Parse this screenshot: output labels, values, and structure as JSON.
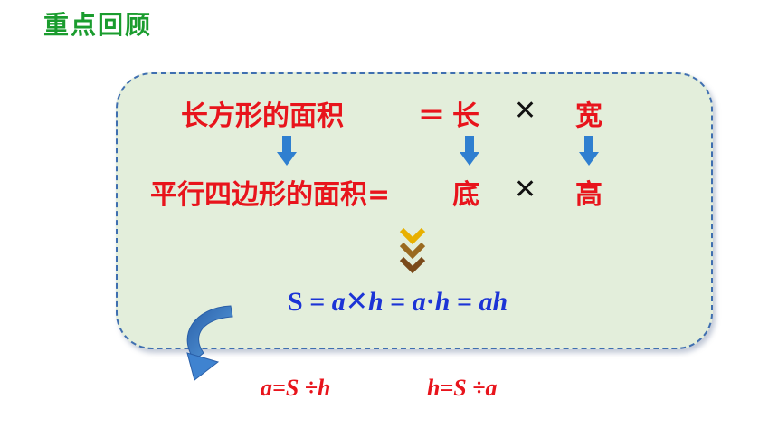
{
  "title": "重点回顾",
  "colors": {
    "title": "#1a9c2e",
    "red": "#e8141c",
    "blue": "#1c34d6",
    "panel_bg": "#e3eedb",
    "panel_border": "#3f6fb0",
    "arrow_blue": "#2f7fd0",
    "chevron_gold": "#e8b000",
    "chevron_brown": "#7a4a1a"
  },
  "rect_row": {
    "label": "长方形的面积",
    "eq": "＝",
    "length": "长",
    "times": "✕",
    "width": "宽"
  },
  "para_row": {
    "label": "平行四边形的面积=",
    "base": "底",
    "times": "✕",
    "height": "高"
  },
  "formula": {
    "S": "S",
    "eq1": " = ",
    "a1": "a",
    "times": "✕",
    "h1": "h",
    "eq2": " = ",
    "a2": "a",
    "dot": "·",
    "h2": "h",
    "eq3": " = ",
    "ah": "ah"
  },
  "derived": {
    "a_formula": "a=S ÷h",
    "h_formula": "h=S ÷a"
  },
  "icons": {
    "down_arrows": "down-arrow-icon",
    "chevrons": "triple-chevron-down-icon",
    "curve": "curved-arrow-icon"
  }
}
